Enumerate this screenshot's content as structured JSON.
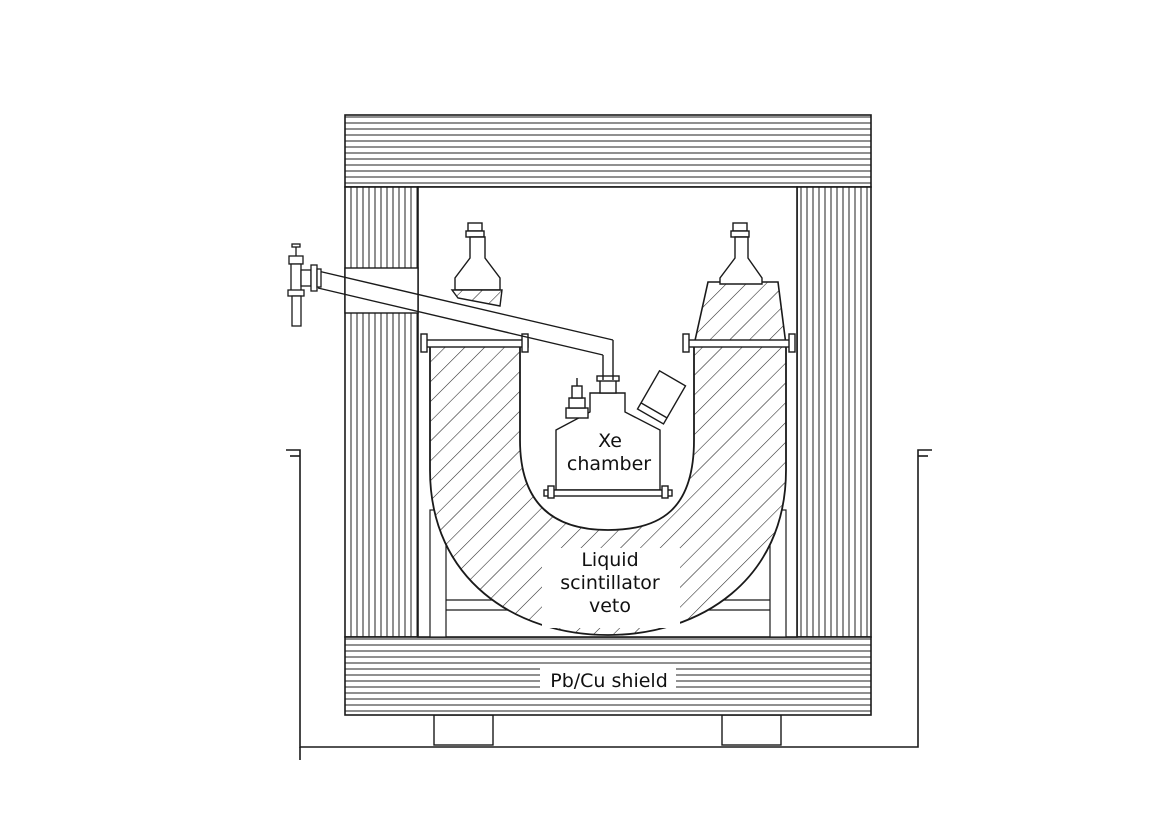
{
  "labels": {
    "xe_line1": "Xe",
    "xe_line2": "chamber",
    "veto_line1": "Liquid",
    "veto_line2": "scintillator",
    "veto_line3": "veto",
    "shield": "Pb/Cu shield"
  },
  "colors": {
    "line": "#1a1a1a",
    "background": "#ffffff"
  }
}
